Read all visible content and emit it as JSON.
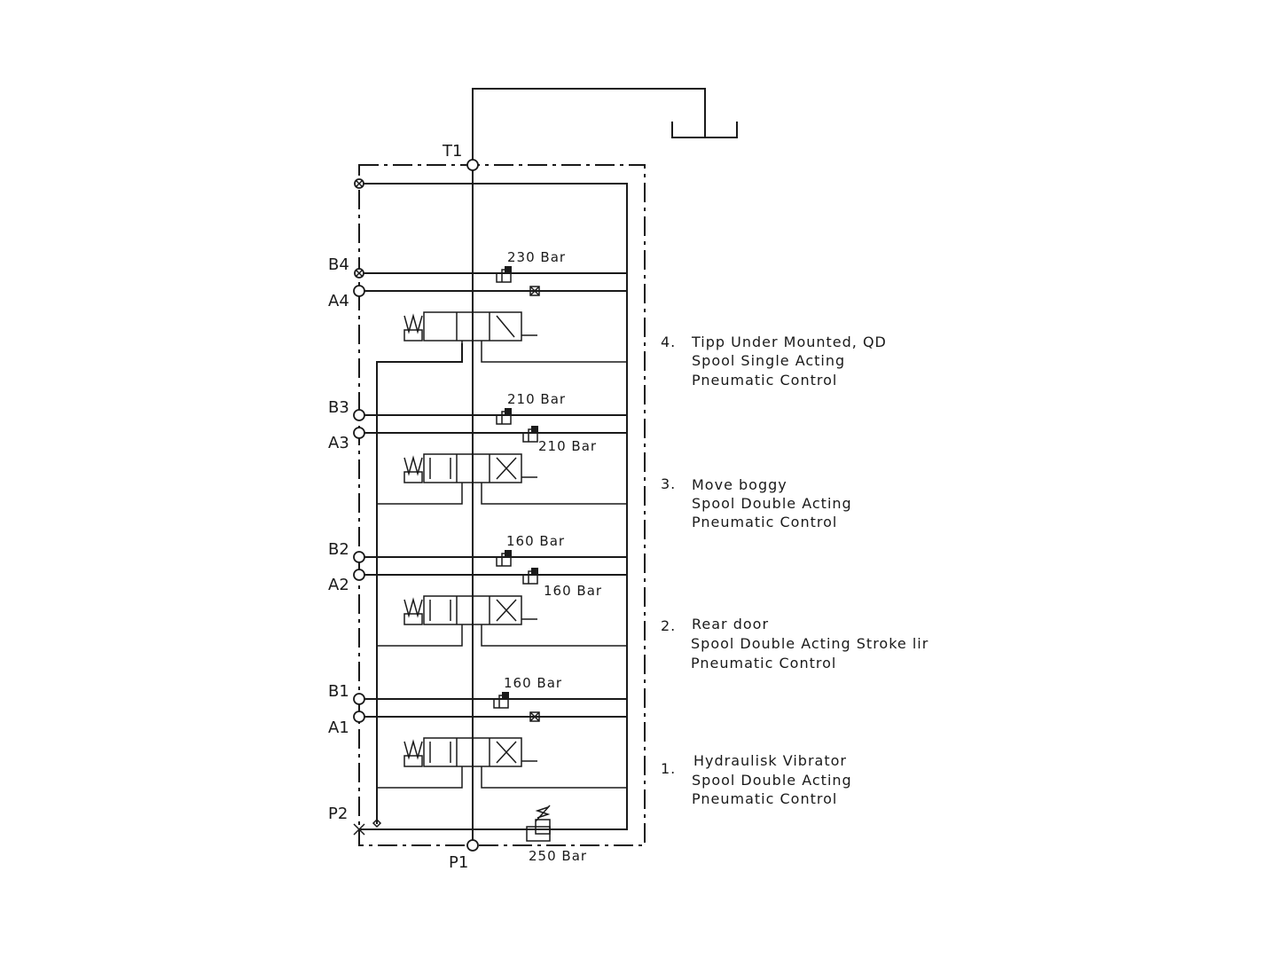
{
  "ports": {
    "t1": "T1",
    "b4": "B4",
    "a4": "A4",
    "b3": "B3",
    "a3": "A3",
    "b2": "B2",
    "a2": "A2",
    "b1": "B1",
    "a1": "A1",
    "p2": "P2",
    "p1": "P1"
  },
  "pressures": {
    "s4_b": "230 Bar",
    "s3_b": "210 Bar",
    "s3_a": "210 Bar",
    "s2_b": "160 Bar",
    "s2_a": "160 Bar",
    "s1_b": "160 Bar",
    "main_relief": "250 Bar"
  },
  "notes": [
    {
      "num": "4.",
      "lines": [
        "Tipp Under Mounted, QD",
        "Spool Single Acting",
        "Pneumatic Control"
      ]
    },
    {
      "num": "3.",
      "lines": [
        "Move boggy",
        "Spool Double Acting",
        "Pneumatic Control"
      ]
    },
    {
      "num": "2.",
      "lines": [
        "Rear door",
        "Spool Double Acting   Stroke lir",
        "Pneumatic Control"
      ]
    },
    {
      "num": "1.",
      "lines": [
        "Hydraulisk Vibrator",
        "Spool Double Acting",
        "Pneumatic Control"
      ]
    }
  ]
}
